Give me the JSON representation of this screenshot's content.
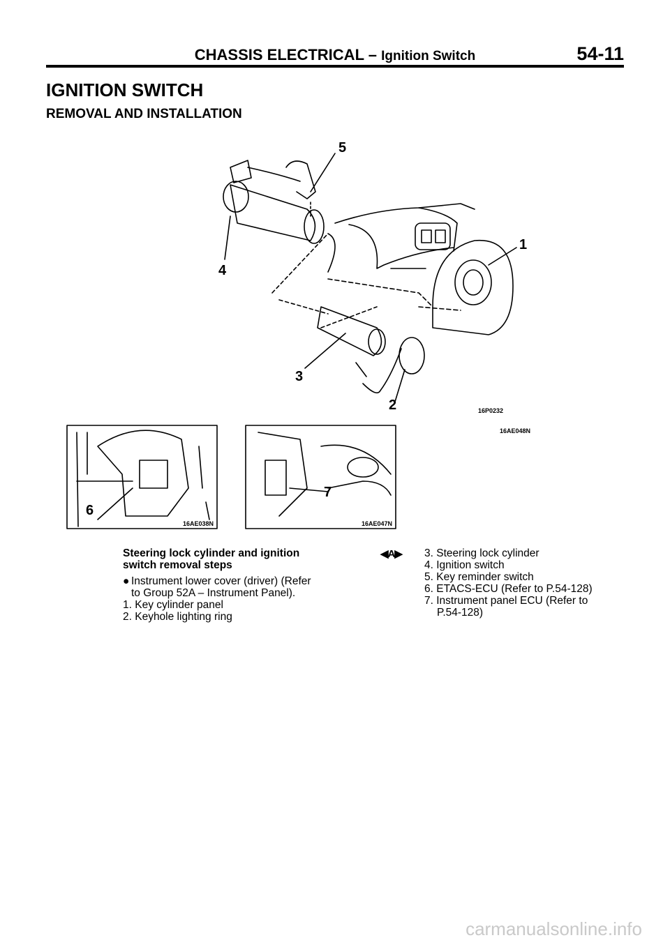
{
  "header": {
    "section": "CHASSIS ELECTRICAL",
    "dash": "–",
    "subsection": "Ignition Switch",
    "page": "54-11"
  },
  "title": "IGNITION SWITCH",
  "subtitle": "REMOVAL AND INSTALLATION",
  "figure": {
    "callouts": {
      "c1": "1",
      "c2": "2",
      "c3": "3",
      "c4": "4",
      "c5": "5",
      "c6": "6",
      "c7": "7"
    },
    "codes": {
      "main_a": "16P0232",
      "main_b": "16AE048N",
      "left": "16AE038N",
      "right": "16AE047N"
    }
  },
  "steps": {
    "title_line1": "Steering lock cylinder and ignition",
    "title_line2": "switch removal steps",
    "bullet": "●",
    "bullet_line1": "Instrument lower cover (driver) (Refer",
    "bullet_line2": "to Group 52A – Instrument Panel).",
    "item1": "1. Key cylinder panel",
    "item2": "2. Keyhole lighting ring"
  },
  "marker": "◀A▶",
  "list2": {
    "item3": "3. Steering lock cylinder",
    "item4": "4. Ignition switch",
    "item5": "5. Key reminder switch",
    "item6": "6. ETACS-ECU (Refer to P.54-128)",
    "item7_line1": "7. Instrument panel ECU (Refer to",
    "item7_line2": "P.54-128)"
  },
  "watermark": "carmanualsonline.info"
}
